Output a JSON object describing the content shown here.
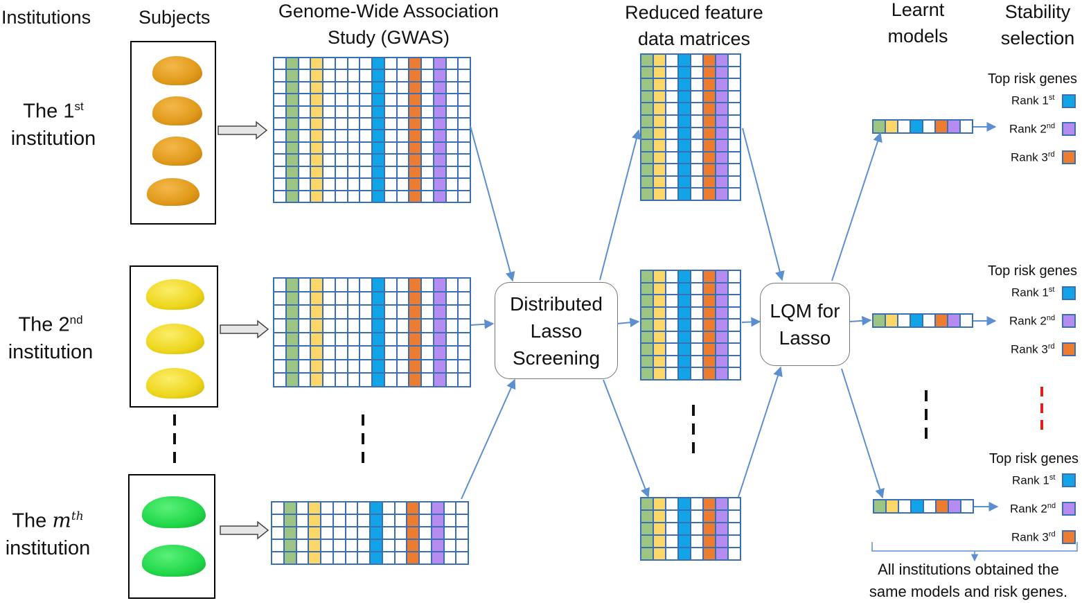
{
  "headers": {
    "institutions": "Institutions",
    "subjects": "Subjects",
    "gwas_line1": "Genome-Wide Association",
    "gwas_line2": "Study (GWAS)",
    "reduced_line1": "Reduced feature",
    "reduced_line2": "data matrices",
    "learnt_line1": "Learnt",
    "learnt_line2": "models",
    "stability_line1": "Stability",
    "stability_line2": "selection"
  },
  "institutions": [
    {
      "prefix": "The 1",
      "sup": "st",
      "line2": "institution"
    },
    {
      "prefix": "The 2",
      "sup": "nd",
      "line2": "institution"
    },
    {
      "prefix": "The ",
      "math": "m",
      "sup": "th",
      "line2": "institution"
    }
  ],
  "boxes": {
    "dls_line1": "Distributed",
    "dls_line2": "Lasso",
    "dls_line3": "Screening",
    "lqm_line1": "LQM for",
    "lqm_line2": "Lasso"
  },
  "ranking": {
    "title": "Top risk genes",
    "rank_word": "Rank",
    "ranks": [
      {
        "num": "1",
        "sup": "st",
        "color": "#12a4e6"
      },
      {
        "num": "2",
        "sup": "nd",
        "color": "#b78cf0"
      },
      {
        "num": "3",
        "sup": "rd",
        "color": "#ec7d30"
      }
    ]
  },
  "note": {
    "line1": "All institutions obtained the",
    "line2": "same models and risk genes."
  },
  "colors": {
    "grid_line": "#3a6fb4",
    "green": "#9dc483",
    "yellow": "#fdd66a",
    "blue": "#12a4e6",
    "orange": "#ec7d30",
    "purple": "#b78cf0",
    "arrow": "#5b8fd0",
    "red_dash": "#e0201a"
  }
}
